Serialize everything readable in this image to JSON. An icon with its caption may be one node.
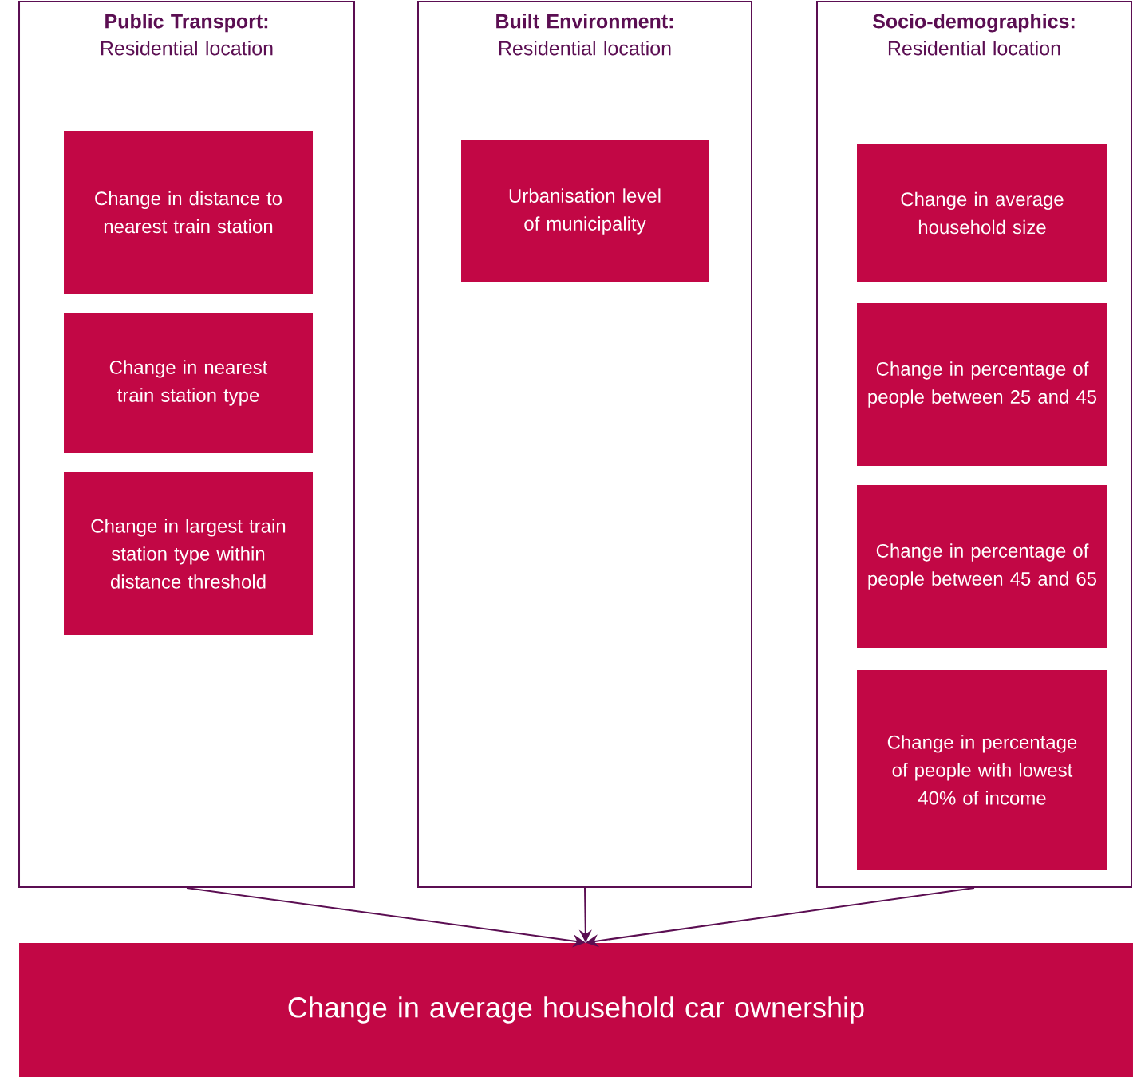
{
  "diagram": {
    "nodes": [
      {
        "text": [
          "Public Transport:",
          "Residential location"
        ]
      },
      {
        "text": [
          "Change in distance to nearest train station"
        ],
        "in": 0
      },
      {
        "text": [
          "Change in nearest train station type"
        ],
        "in": 0
      },
      {
        "text": [
          "Change in largest train station type within distance threshold"
        ],
        "in": 0
      },
      {
        "text": [
          "Built Environment:",
          "Residential location"
        ]
      },
      {
        "text": [
          "Urbanisation level of municipality"
        ],
        "in": 4
      },
      {
        "text": [
          "Socio-demographics:",
          "Residential location"
        ]
      },
      {
        "text": [
          "Change in average household size"
        ],
        "in": 6
      },
      {
        "text": [
          "Change in percentage of people between 25 and 45"
        ],
        "in": 6
      },
      {
        "text": [
          "Change in percentage of people between 45 and 65"
        ],
        "in": 6
      },
      {
        "text": [
          "Change in percentage of people with lowest 40% of income"
        ],
        "in": 6
      },
      {
        "text": [
          "Change in average household car ownership"
        ]
      }
    ],
    "edges": [
      {
        "from": 0,
        "to": 11,
        "arrow": "to"
      },
      {
        "from": 4,
        "to": 11,
        "arrow": "to"
      },
      {
        "from": 6,
        "to": 11,
        "arrow": "to"
      }
    ]
  }
}
